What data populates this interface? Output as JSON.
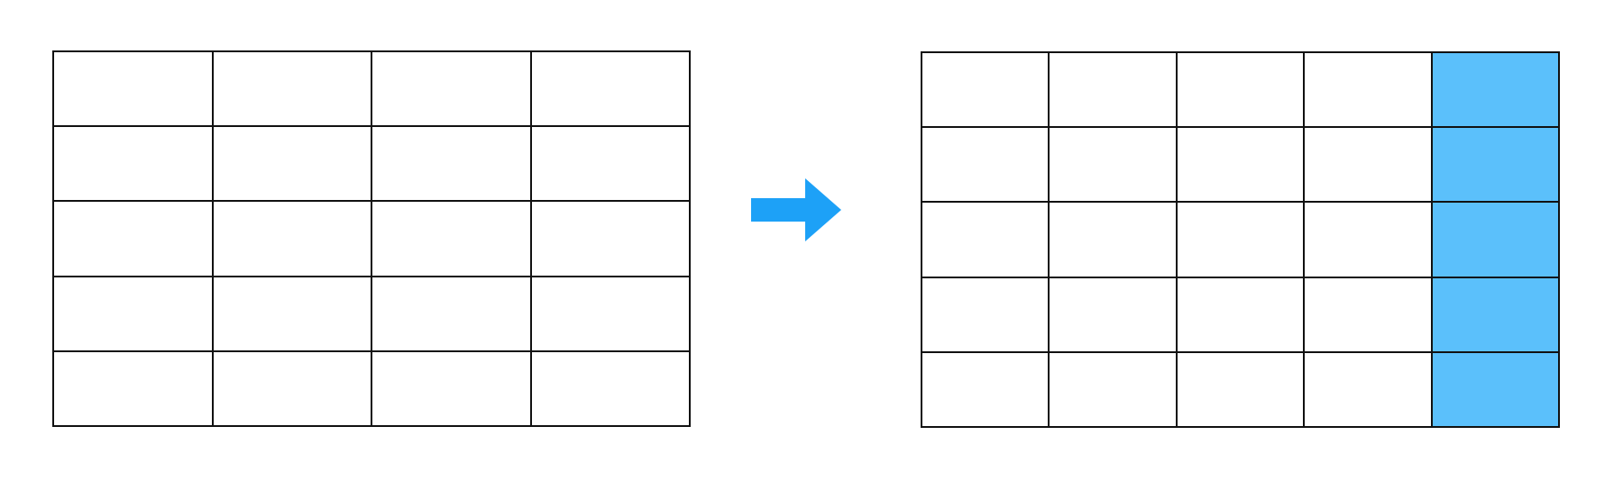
{
  "diagram": {
    "before": {
      "rows": 5,
      "columns": 4,
      "highlighted_columns": []
    },
    "after": {
      "rows": 5,
      "columns": 5,
      "highlighted_columns": [
        5
      ]
    },
    "colors": {
      "cell_fill": "#ffffff",
      "grid_line": "#111111",
      "highlight_fill": "#5bc0fb",
      "arrow": "#1da1f7"
    },
    "arrow_icon": "right-arrow-icon"
  }
}
